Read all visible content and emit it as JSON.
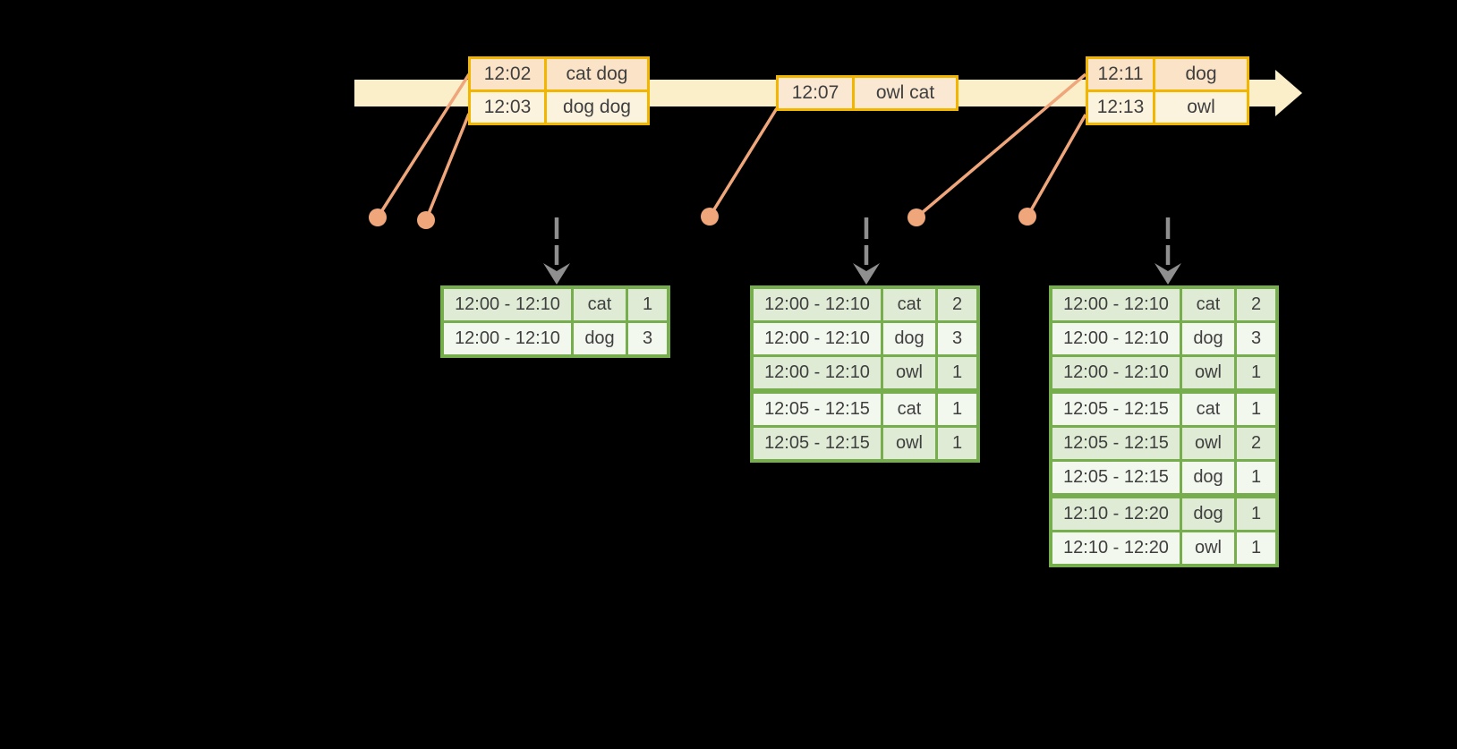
{
  "colors": {
    "background": "#000000",
    "band": "#FBEFC9",
    "gold": "#F3B600",
    "peach": "#FAE3C7",
    "cream": "#FCF3DE",
    "peach-mid": "#FBE8D2",
    "salmon": "#F0A67B",
    "arrow-gray": "#8F8F8F",
    "green": "#77AE4D",
    "green-light": "#DFEBD5",
    "green-white": "#F3F8EF",
    "text": "#3F3F3F"
  },
  "events": {
    "group1": {
      "rows": [
        {
          "time": "12:02",
          "words": "cat dog"
        },
        {
          "time": "12:03",
          "words": "dog dog"
        }
      ]
    },
    "group2": {
      "rows": [
        {
          "time": "12:07",
          "words": "owl cat"
        }
      ]
    },
    "group3": {
      "rows": [
        {
          "time": "12:11",
          "words": "dog"
        },
        {
          "time": "12:13",
          "words": "owl"
        }
      ]
    }
  },
  "result_tables": {
    "t1": {
      "rows": [
        {
          "window": "12:00 - 12:10",
          "word": "cat",
          "count": "1"
        },
        {
          "window": "12:00 - 12:10",
          "word": "dog",
          "count": "3"
        }
      ]
    },
    "t2": {
      "rows": [
        {
          "window": "12:00 - 12:10",
          "word": "cat",
          "count": "2"
        },
        {
          "window": "12:00 - 12:10",
          "word": "dog",
          "count": "3"
        },
        {
          "window": "12:00 - 12:10",
          "word": "owl",
          "count": "1"
        },
        {
          "window": "12:05 - 12:15",
          "word": "cat",
          "count": "1"
        },
        {
          "window": "12:05 - 12:15",
          "word": "owl",
          "count": "1"
        }
      ]
    },
    "t3": {
      "rows": [
        {
          "window": "12:00 - 12:10",
          "word": "cat",
          "count": "2"
        },
        {
          "window": "12:00 - 12:10",
          "word": "dog",
          "count": "3"
        },
        {
          "window": "12:00 - 12:10",
          "word": "owl",
          "count": "1"
        },
        {
          "window": "12:05 - 12:15",
          "word": "cat",
          "count": "1"
        },
        {
          "window": "12:05 - 12:15",
          "word": "owl",
          "count": "2"
        },
        {
          "window": "12:05 - 12:15",
          "word": "dog",
          "count": "1"
        },
        {
          "window": "12:10 - 12:20",
          "word": "dog",
          "count": "1"
        },
        {
          "window": "12:10 - 12:20",
          "word": "owl",
          "count": "1"
        }
      ]
    }
  }
}
